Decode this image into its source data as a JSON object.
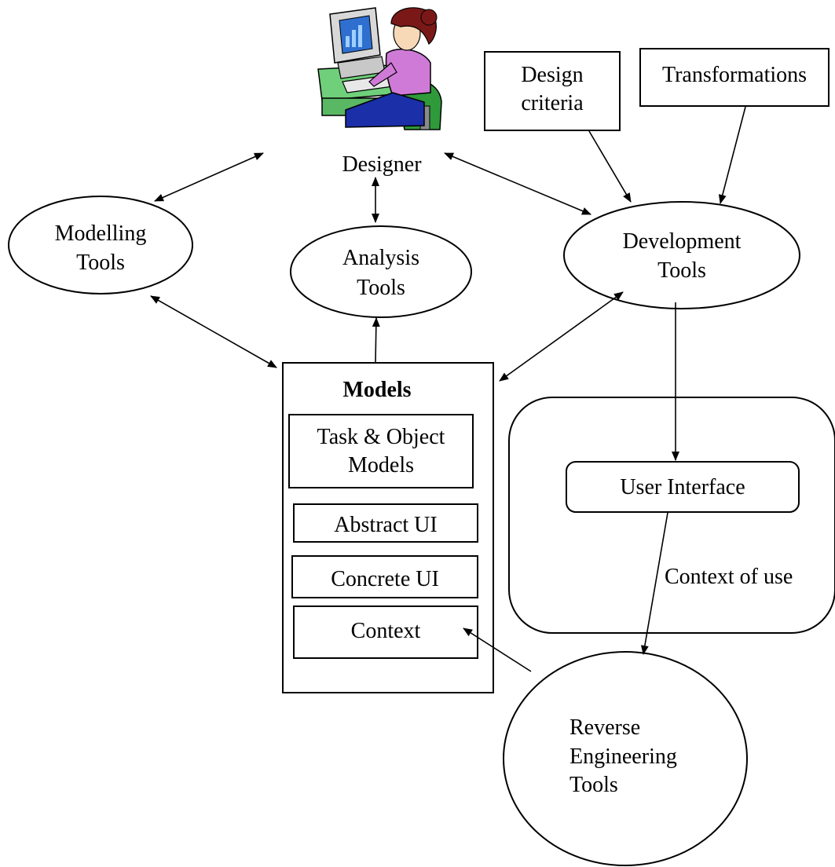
{
  "designer": {
    "label": "Designer"
  },
  "nodes": {
    "modelling_tools": [
      "Modelling",
      "Tools"
    ],
    "analysis_tools": [
      "Analysis",
      "Tools"
    ],
    "development_tools": [
      "Development",
      "Tools"
    ],
    "design_criteria": [
      "Design",
      "criteria"
    ],
    "transformations": [
      "Transformations"
    ],
    "models": {
      "title": "Models",
      "task_object": [
        "Task & Object",
        "Models"
      ],
      "abstract_ui": "Abstract UI",
      "concrete_ui": "Concrete UI",
      "context": "Context"
    },
    "user_interface": "User Interface",
    "context_of_use": "Context of use",
    "reverse_engineering_tools": [
      "Reverse",
      "Engineering",
      "Tools"
    ]
  },
  "colors": {
    "line": "#000000",
    "monitor": "#d8d8d8",
    "screen": "#2e6fcf",
    "desk": "#6fcf7a",
    "shirt": "#d07ad8",
    "hair": "#7a1818",
    "skin": "#f7d9b8",
    "chair": "#2e9a3a",
    "pants": "#1a2fa8"
  },
  "icons": {
    "designer": "person-at-computer-icon"
  }
}
